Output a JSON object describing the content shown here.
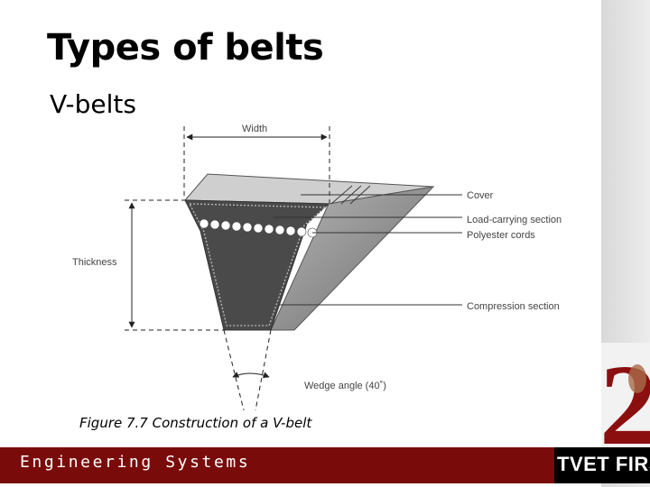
{
  "slide": {
    "title": "Types of belts",
    "subtitle": "V-belts",
    "caption": "Figure 7.7 Construction of a V-belt"
  },
  "diagram": {
    "labels": {
      "width": "Width",
      "thickness": "Thickness",
      "cover": "Cover",
      "load_carrying": "Load-carrying section",
      "polyester": "Polyester cords",
      "compression": "Compression section",
      "wedge_angle": "Wedge angle (40˚)"
    }
  },
  "footer": {
    "text": "Engineering Systems",
    "logo_text": "TVET FIRST",
    "logo_numeral": "2"
  },
  "colors": {
    "footer_bar": "#7a0b0b",
    "belt_face": "#4a4a4a",
    "belt_side": "#8a8a8a"
  }
}
